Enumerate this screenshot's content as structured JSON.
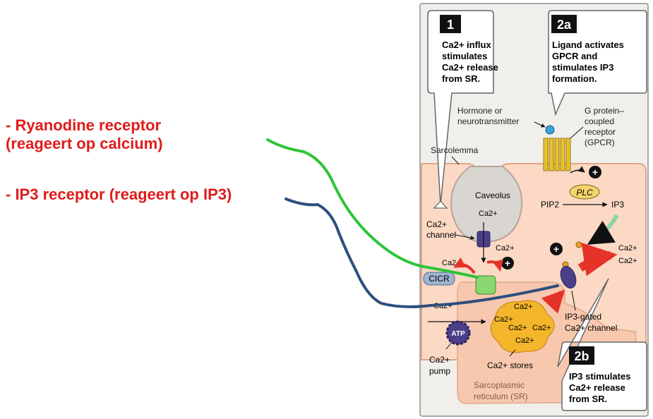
{
  "annotations": {
    "ryanodine_line1": "- Ryanodine receptor",
    "ryanodine_line2": "(reageert op calcium)",
    "ip3_receptor": "- IP3 receptor (reageert op IP3)"
  },
  "diagram": {
    "box1": {
      "number": "1",
      "lines": [
        "Ca2+ influx",
        "stimulates",
        "Ca2+ release",
        "from SR."
      ]
    },
    "box2a": {
      "number": "2a",
      "lines": [
        "Ligand activates",
        "GPCR and",
        "stimulates IP3",
        "formation."
      ]
    },
    "box2b": {
      "number": "2b",
      "lines": [
        "IP3 stimulates",
        "Ca2+ release",
        "from SR."
      ]
    },
    "hormone": [
      "Hormone or",
      "neurotransmitter"
    ],
    "gpcr": [
      "G protein–",
      "coupled",
      "receptor",
      "(GPCR)"
    ],
    "sarcolemma": "Sarcolemma",
    "caveolus": "Caveolus",
    "ca": "Ca2+",
    "ca_channel": [
      "Ca2+",
      "channel"
    ],
    "plc": "PLC",
    "pip2": "PIP2",
    "ip3": "IP3",
    "cicr": "CICR",
    "ip3_gated": [
      "IP3-gated",
      "Ca2+ channel"
    ],
    "atp": "ATP",
    "ca_pump": [
      "Ca2+",
      "pump"
    ],
    "ca_stores": "Ca2+ stores",
    "sr": [
      "Sarcoplasmic",
      "reticulum (SR)"
    ],
    "plus": "+"
  }
}
